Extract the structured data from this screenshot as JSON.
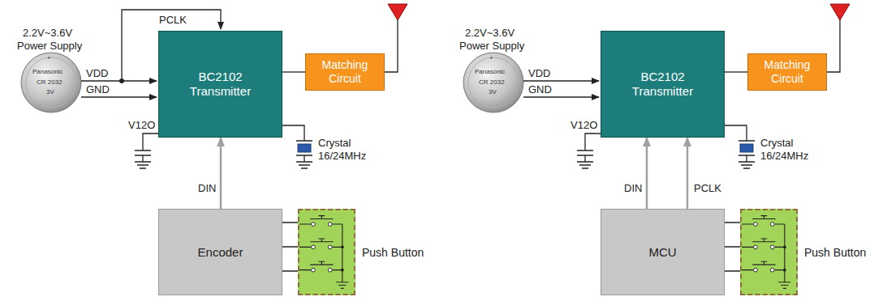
{
  "diagram": {
    "nodes": [
      {
        "text": [
          "BC2102 Transmitter"
        ]
      },
      {
        "text": [
          "Matching Circuit"
        ]
      },
      {
        "text": [
          "Encoder"
        ]
      },
      {
        "text": [
          "Push Button"
        ]
      },
      {
        "text": [
          "BC2102 Transmitter"
        ]
      },
      {
        "text": [
          "Matching Circuit"
        ]
      },
      {
        "text": [
          "MCU"
        ]
      },
      {
        "text": [
          "Push Button"
        ]
      }
    ],
    "edges": [
      {
        "from": 0,
        "to": 1,
        "arrow": "none"
      },
      {
        "from": 2,
        "to": 0,
        "label": "DIN",
        "arrow": "to"
      },
      {
        "from": 3,
        "to": 2,
        "arrow": "none"
      },
      {
        "from": 4,
        "to": 5,
        "arrow": "none"
      },
      {
        "from": 6,
        "to": 4,
        "label": "DIN",
        "arrow": "to"
      },
      {
        "from": 6,
        "to": 4,
        "label": "PCLK",
        "arrow": "to"
      },
      {
        "from": 7,
        "to": 6,
        "arrow": "none"
      }
    ],
    "labels": [
      "2.2V~3.6V",
      "Power Supply",
      "+",
      "Panasonic",
      "CR 2032",
      "3V",
      "VDD",
      "GND",
      "PCLK",
      "V12O",
      "Crystal",
      "16/24MHz",
      "2.2V~3.6V",
      "Power Supply",
      "+",
      "Panasonic",
      "CR 2032",
      "3V",
      "VDD",
      "GND",
      "V12O",
      "Crystal",
      "16/24MHz"
    ]
  }
}
